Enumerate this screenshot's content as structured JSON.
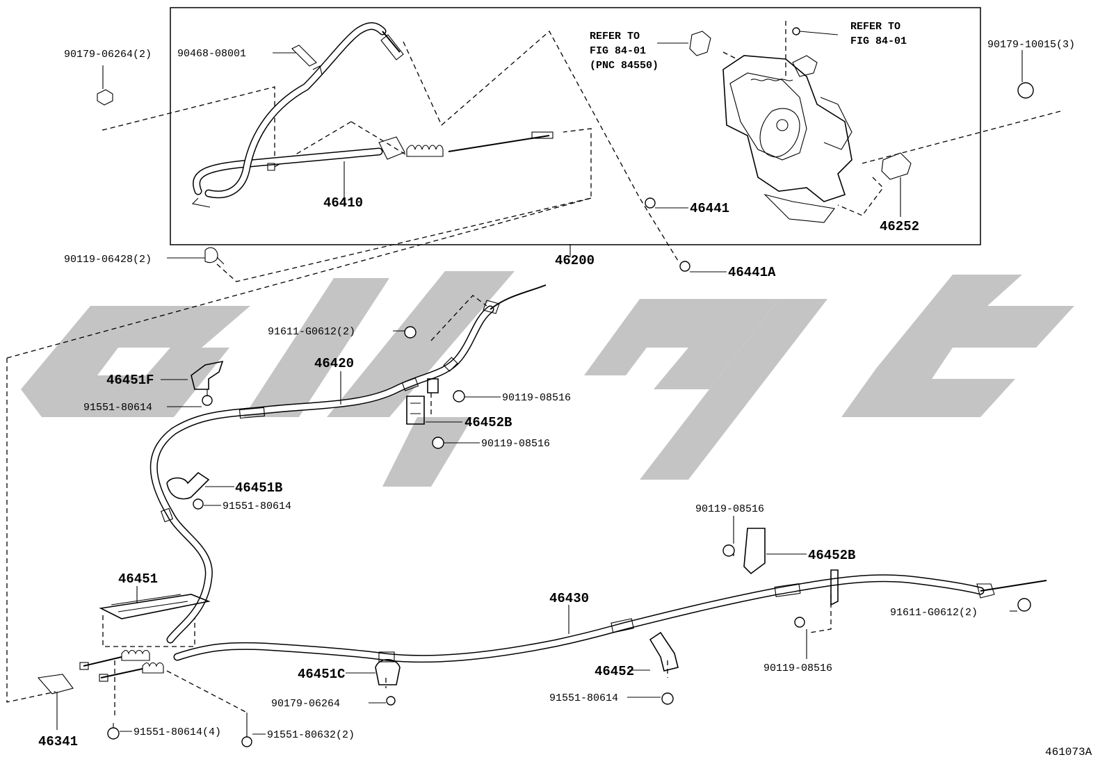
{
  "figure_number": "461073A",
  "assembly_label": "46200",
  "notes": [
    {
      "line1": "REFER TO",
      "line2": "FIG 84-01",
      "line3": "(PNC 84550)"
    },
    {
      "line1": "REFER TO",
      "line2": "FIG 84-01",
      "line3": ""
    }
  ],
  "labels": {
    "p90179_06264_2": "90179-06264(2)",
    "p90468_08001": "90468-08001",
    "p46410": "46410",
    "p46441": "46441",
    "p46252": "46252",
    "p90179_10015_3": "90179-10015(3)",
    "p90119_06428_2": "90119-06428(2)",
    "p46441A": "46441A",
    "p91611_G0612_2_top": "91611-G0612(2)",
    "p46420": "46420",
    "p46451F": "46451F",
    "p91551_80614_a": "91551-80614",
    "p90119_08516_a": "90119-08516",
    "p46452B_a": "46452B",
    "p90119_08516_b": "90119-08516",
    "p46451B": "46451B",
    "p91551_80614_b": "91551-80614",
    "p90119_08516_c": "90119-08516",
    "p46452B_b": "46452B",
    "p46451": "46451",
    "p46430": "46430",
    "p91611_G0612_2_bottom": "91611-G0612(2)",
    "p90119_08516_d": "90119-08516",
    "p46451C": "46451C",
    "p46452": "46452",
    "p90179_06264": "90179-06264",
    "p91551_80614_c": "91551-80614",
    "p46341": "46341",
    "p91551_80614_4": "91551-80614(4)",
    "p91551_80632_2": "91551-80632(2)"
  }
}
